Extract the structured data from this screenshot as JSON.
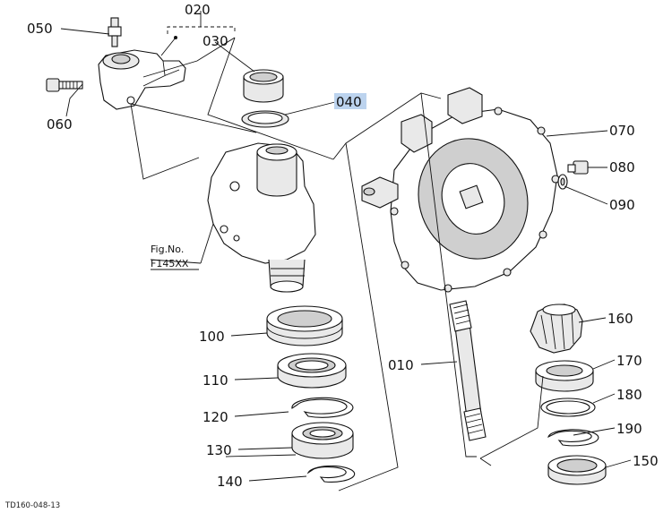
{
  "labels": {
    "p020": "020",
    "p030": "030",
    "p040": "040",
    "p050": "050",
    "p060": "060",
    "p070": "070",
    "p080": "080",
    "p090": "090",
    "p010": "010",
    "p100": "100",
    "p110": "110",
    "p120": "120",
    "p130": "130",
    "p140": "140",
    "p150": "150",
    "p160": "160",
    "p170": "170",
    "p180": "180",
    "p190": "190"
  },
  "fig_ref": {
    "line1": "Fig.No.",
    "line2": "F145XX"
  },
  "drawing_id": "TD160-048-13",
  "highlight_color": "#bcd3ee"
}
